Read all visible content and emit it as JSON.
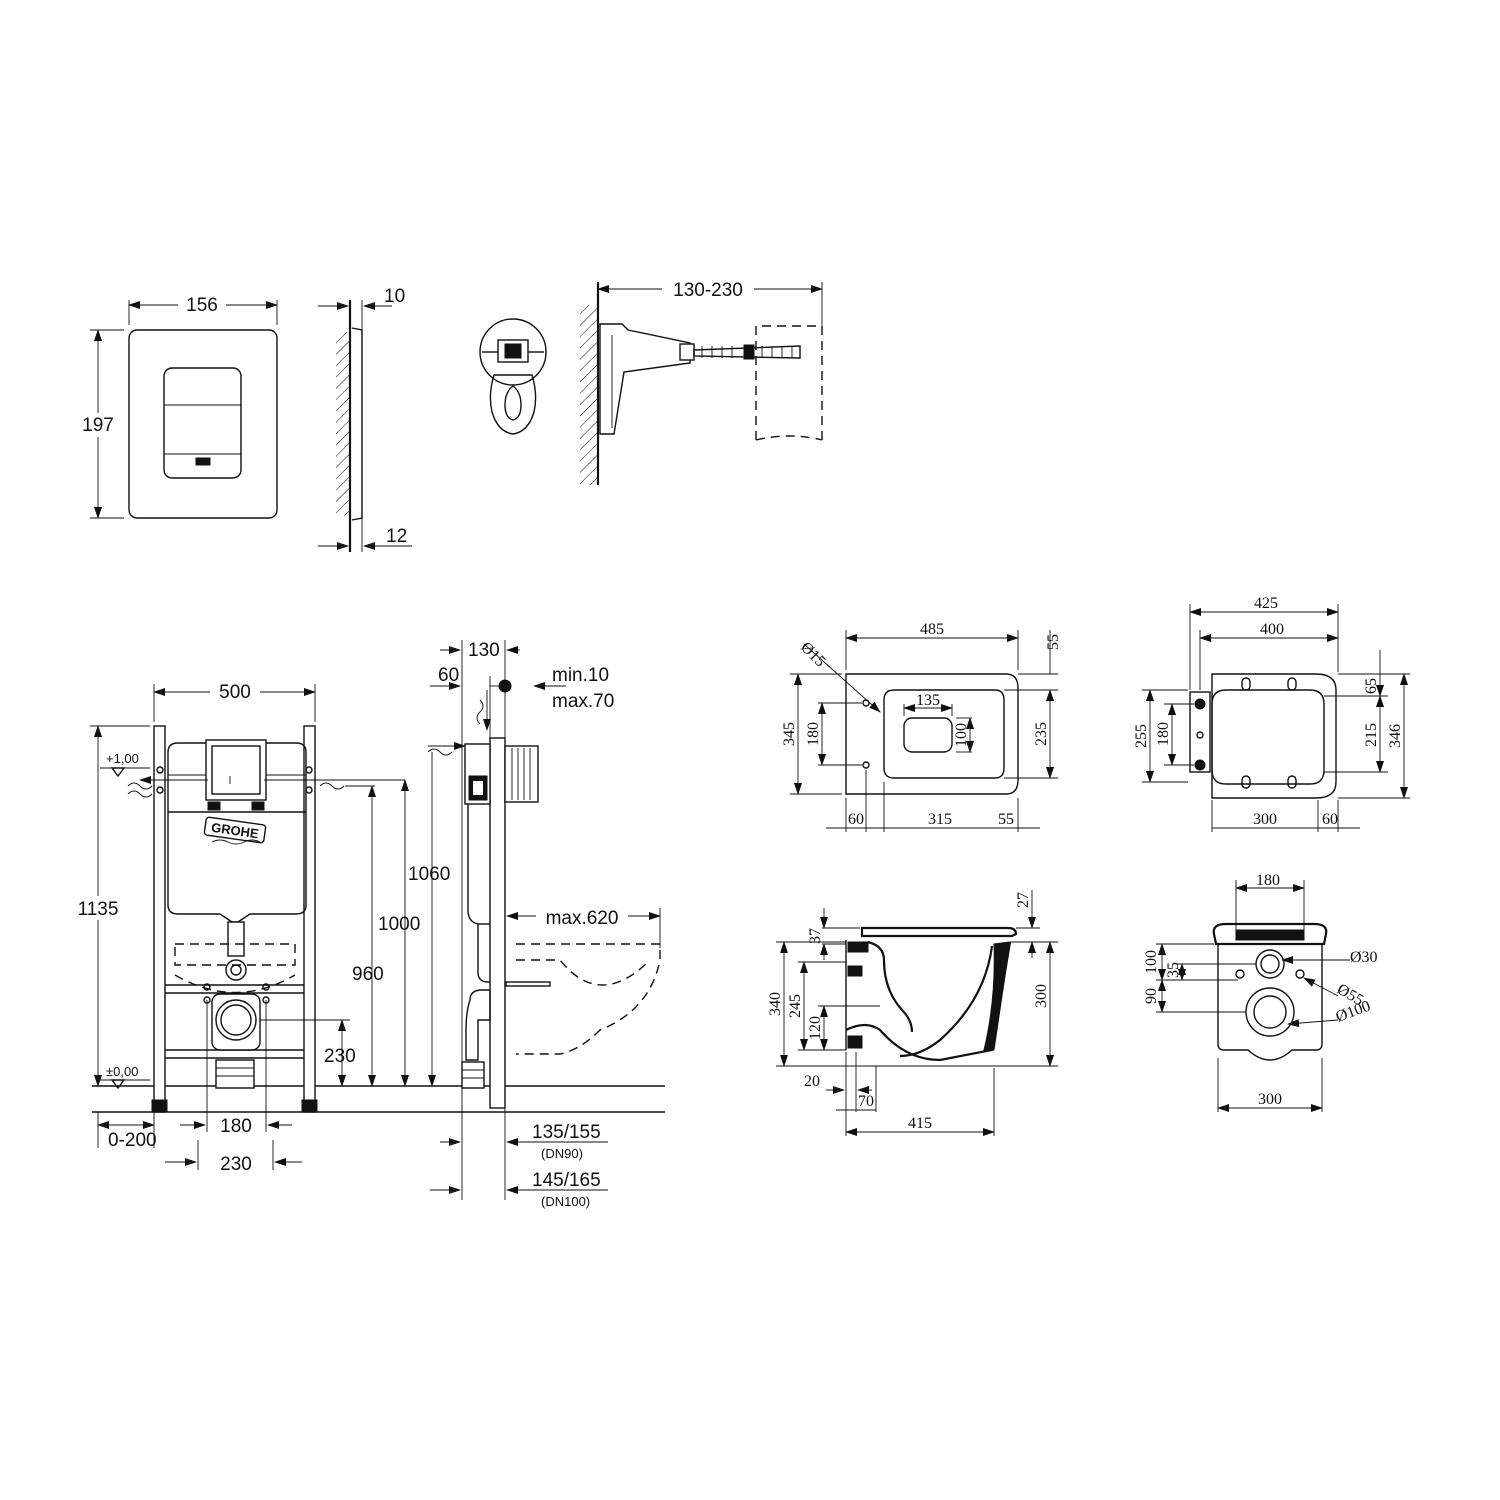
{
  "flush_plate": {
    "front": {
      "width": "156",
      "height": "197"
    },
    "side": {
      "depth_top": "10",
      "depth_bottom": "12"
    },
    "bracket": {
      "adjust": "130-230"
    }
  },
  "frame": {
    "front": {
      "width": "500",
      "height": "1135",
      "level_top": "+1,00",
      "level_zero": "±0,00",
      "offset": "0-200",
      "pipe_spacing": "180",
      "feet_spacing": "230",
      "outlet_height": "230",
      "logo": "GROHE"
    },
    "side": {
      "depth": "130",
      "offset": "60",
      "wall_gap_min": "min.10",
      "wall_gap_max": "max.70",
      "h1060": "1060",
      "h1000": "1000",
      "h960": "960",
      "bowl_max": "max.620",
      "dn90": "135/155",
      "dn90_label": "(DN90)",
      "dn100": "145/165",
      "dn100_label": "(DN100)"
    }
  },
  "bowl": {
    "top": {
      "length": "485",
      "d15": "Ø15",
      "right_55": "55",
      "w345": "345",
      "w180": "180",
      "w135": "135",
      "w100": "100",
      "w235": "235",
      "b60": "60",
      "b315": "315",
      "b55": "55"
    },
    "seat": {
      "w425": "425",
      "w400": "400",
      "h255": "255",
      "h180": "180",
      "r65": "65",
      "r215": "215",
      "r346": "346",
      "b300": "300",
      "b60": "60"
    },
    "side": {
      "h37": "37",
      "h27": "27",
      "h340": "340",
      "h245": "245",
      "h120": "120",
      "h300": "300",
      "b20": "20",
      "b70": "70",
      "b415": "415"
    },
    "rear": {
      "t180": "180",
      "h100": "100",
      "h35": "35",
      "h90": "90",
      "d30": "Ø30",
      "d55": "Ø55",
      "d100": "Ø100",
      "b300": "300"
    }
  }
}
